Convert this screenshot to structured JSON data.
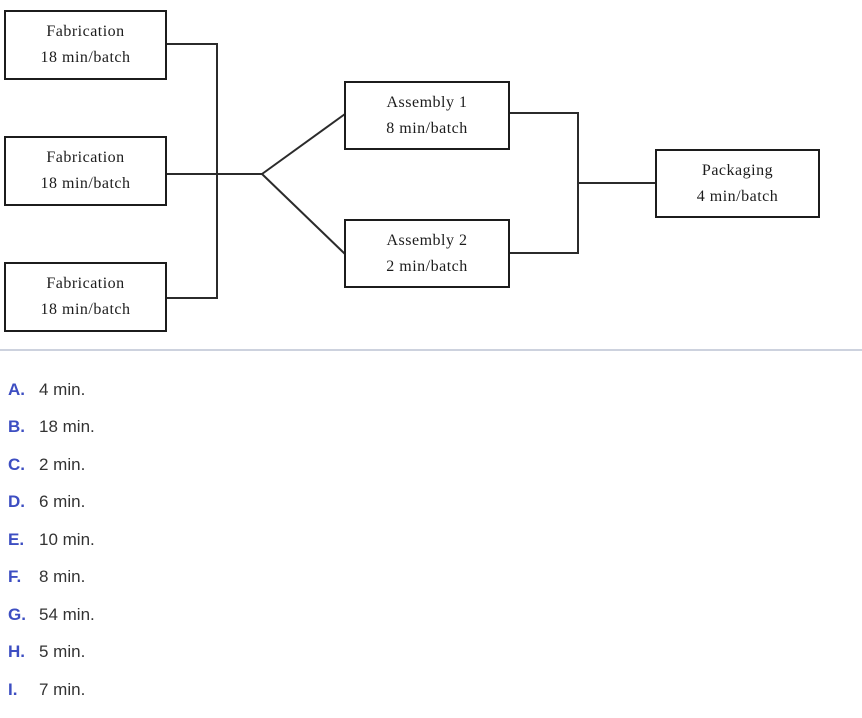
{
  "diagram": {
    "boxes": [
      {
        "id": "fabrication-1",
        "title": "Fabrication",
        "rate": "18 min/batch"
      },
      {
        "id": "fabrication-2",
        "title": "Fabrication",
        "rate": "18 min/batch"
      },
      {
        "id": "fabrication-3",
        "title": "Fabrication",
        "rate": "18 min/batch"
      },
      {
        "id": "assembly-1",
        "title": "Assembly 1",
        "rate": "8 min/batch"
      },
      {
        "id": "assembly-2",
        "title": "Assembly 2",
        "rate": "2 min/batch"
      },
      {
        "id": "packaging",
        "title": "Packaging",
        "rate": "4 min/batch"
      }
    ]
  },
  "options": [
    {
      "letter": "A.",
      "text": "4 min."
    },
    {
      "letter": "B.",
      "text": "18 min."
    },
    {
      "letter": "C.",
      "text": "2 min."
    },
    {
      "letter": "D.",
      "text": "6 min."
    },
    {
      "letter": "E.",
      "text": "10 min."
    },
    {
      "letter": "F.",
      "text": "8 min."
    },
    {
      "letter": "G.",
      "text": "54 min."
    },
    {
      "letter": "H.",
      "text": "5 min."
    },
    {
      "letter": "I.",
      "text": "7 min."
    }
  ],
  "colors": {
    "option_letter": "#3d4ec2",
    "option_text": "#333333",
    "divider": "#cdd2de",
    "diagram_line": "#2b2b2b"
  }
}
